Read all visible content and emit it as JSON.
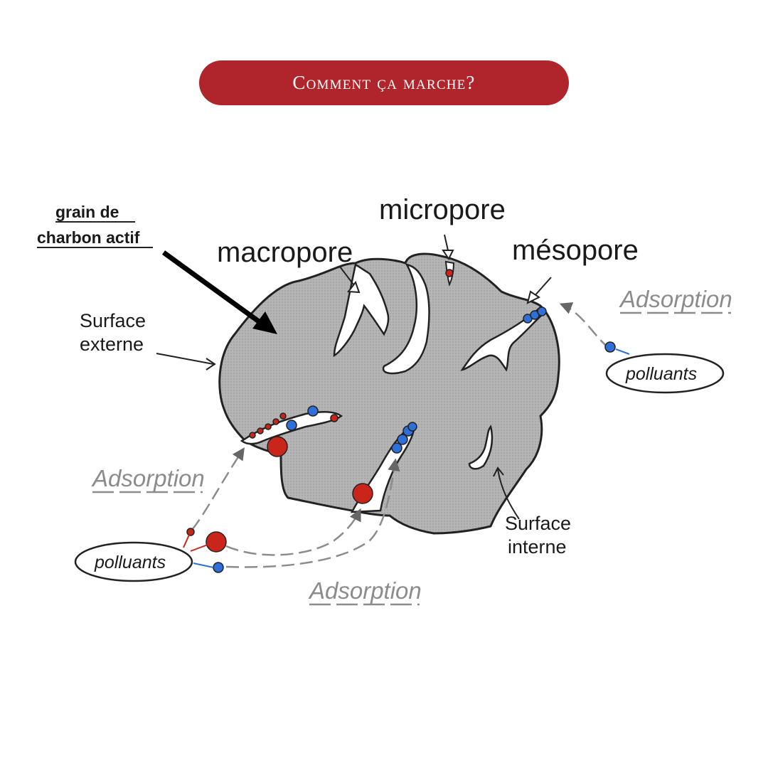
{
  "header": {
    "title": "Comment ça marche?"
  },
  "diagram": {
    "grain_label_line1": "grain de",
    "grain_label_line2": "charbon actif",
    "macropore": "macropore",
    "micropore": "micropore",
    "mesopore": "mésopore",
    "surface_externe_line1": "Surface",
    "surface_externe_line2": "externe",
    "surface_interne_line1": "Surface",
    "surface_interne_line2": "interne",
    "adsorption_right": "Adsorption",
    "adsorption_left": "Adsorption",
    "adsorption_bottom": "Adsorption",
    "polluants_right": "polluants",
    "polluants_left": "polluants"
  },
  "colors": {
    "accent": "#b0252b",
    "grain_fill": "#b3b3b3",
    "pollutant_red": "#c9251a",
    "pollutant_blue": "#2f6fd8",
    "adsorption_gray": "#8c8c8c"
  }
}
